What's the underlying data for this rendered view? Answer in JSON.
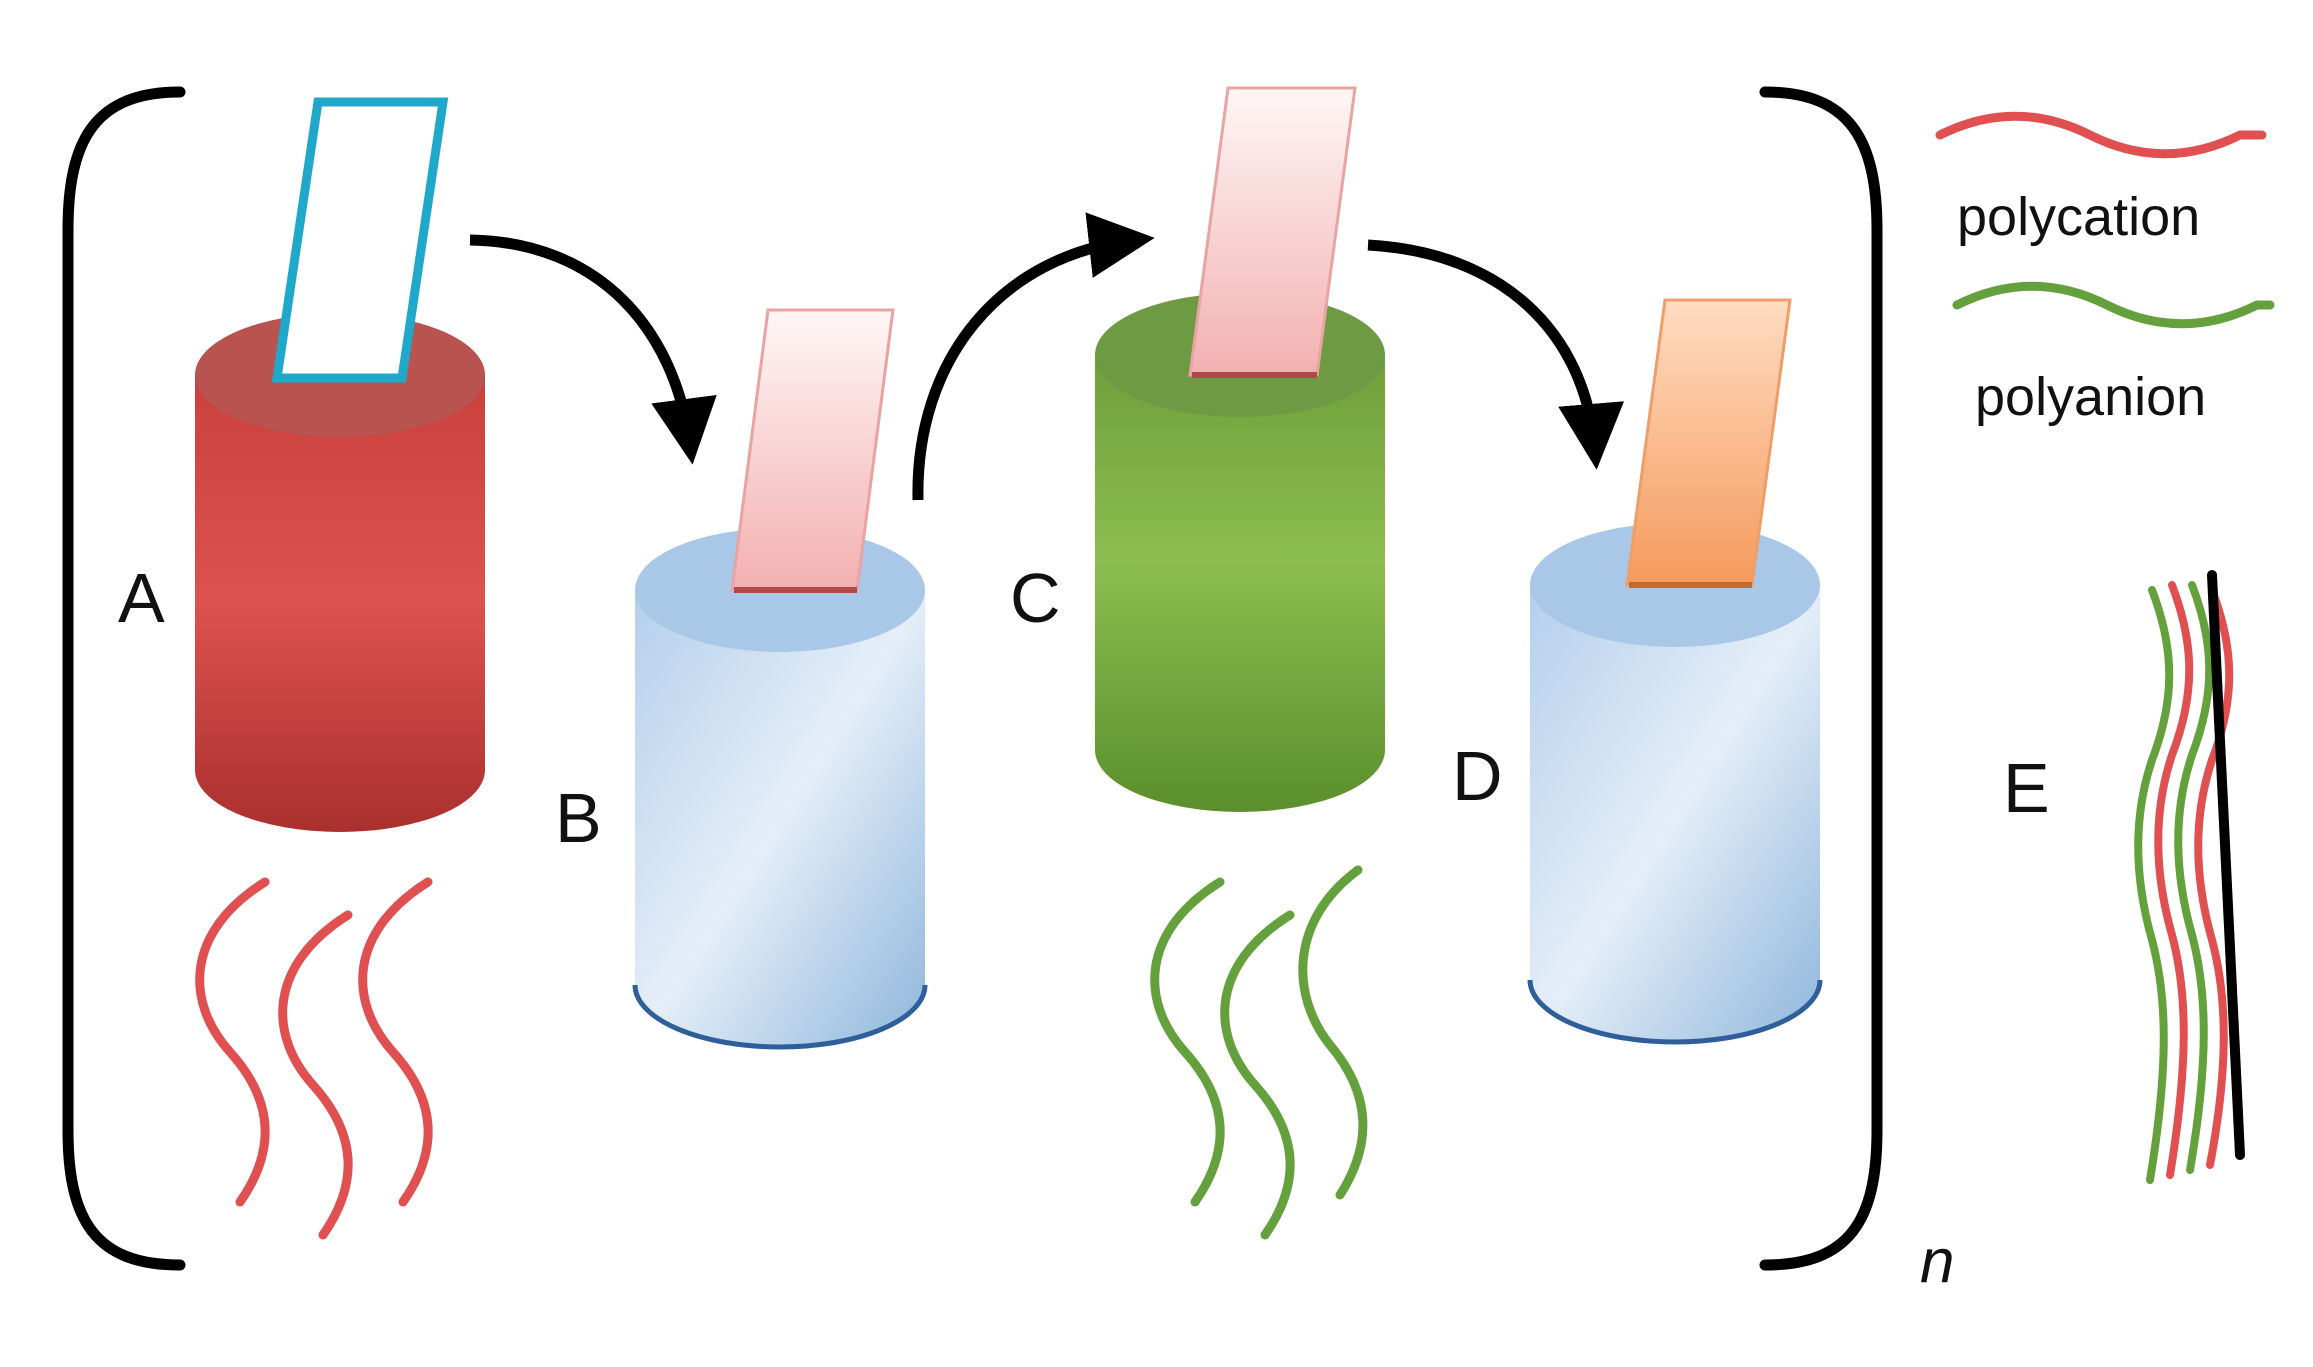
{
  "labels": {
    "a": "A",
    "b": "B",
    "c": "C",
    "d": "D",
    "e": "E",
    "repeat": "n"
  },
  "legend": {
    "polycation": "polycation",
    "polyanion": "polyanion"
  },
  "colors": {
    "polycation": "#e05050",
    "polyanion": "#64a03c",
    "polycation_beaker": "#d94b47",
    "polyanion_beaker": "#7fb045",
    "rinse_beaker": "#c9dcef",
    "bare_substrate_outline": "#1fa8c9",
    "polycation_coated_slide": "#f4c0c0",
    "multilayer_coated_slide": "#f6b07a",
    "arrow": "#000000",
    "bracket": "#000000",
    "substrate_line": "#000000"
  }
}
